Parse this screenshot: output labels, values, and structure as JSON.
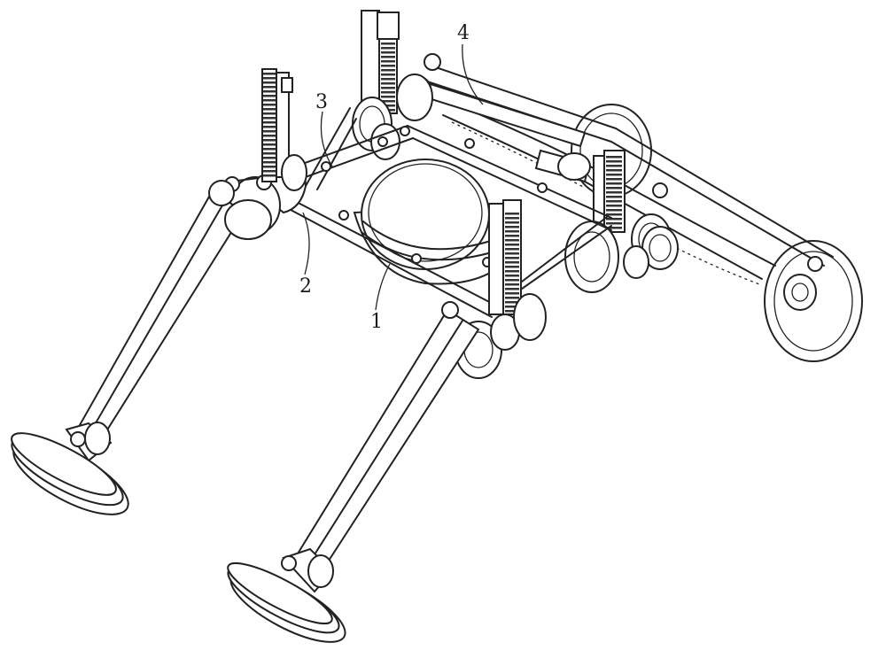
{
  "callouts": [
    {
      "id": "label-1",
      "text": "1"
    },
    {
      "id": "label-2",
      "text": "2"
    },
    {
      "id": "label-3",
      "text": "3"
    },
    {
      "id": "label-4",
      "text": "4"
    }
  ],
  "colors": {
    "line": "#222222",
    "background": "#ffffff"
  }
}
